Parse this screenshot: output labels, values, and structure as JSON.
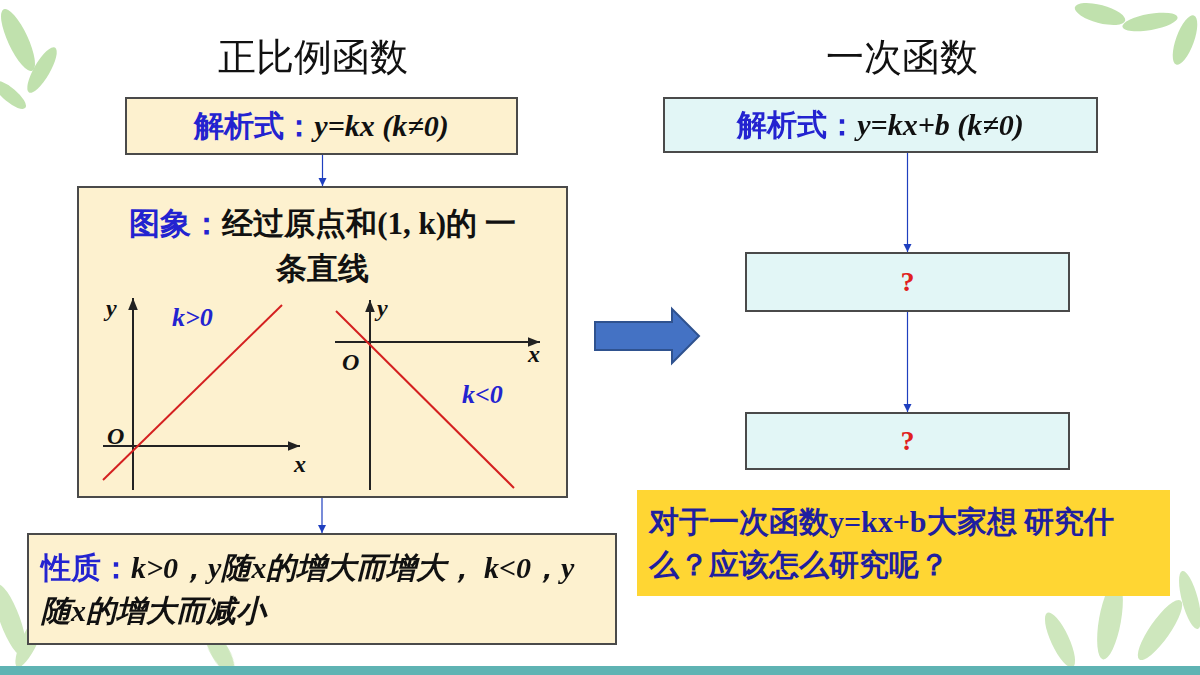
{
  "diagram": {
    "nodes": [
      {
        "text": [
          "解析式：",
          "y=kx (k≠0)"
        ]
      },
      {
        "text": [
          "图象：",
          "经过原点和(1, k)的 一条直线"
        ]
      },
      {
        "text": [
          "性质：",
          "k>0，y随x的增大而增大， k<0，y随x的增大而减小"
        ]
      },
      {
        "text": [
          "解析式：",
          "y=kx+b (k≠0)"
        ]
      },
      {
        "text": [
          "?"
        ]
      },
      {
        "text": [
          "?"
        ]
      },
      {
        "text": [
          "对于一次函数y=kx+b大家想 研究什么？应该怎么研究呢？"
        ]
      }
    ],
    "edges": [
      {
        "from": 0,
        "to": 1,
        "arrow": "to"
      },
      {
        "from": 1,
        "to": 2,
        "arrow": "to"
      },
      {
        "from": 3,
        "to": 4,
        "arrow": "to"
      },
      {
        "from": 4,
        "to": 5,
        "arrow": "to"
      }
    ],
    "labels": [
      "正比例函数",
      "一次函数",
      "y",
      "k>0",
      "O",
      "x",
      "y",
      "x",
      "O",
      "k<0"
    ]
  }
}
